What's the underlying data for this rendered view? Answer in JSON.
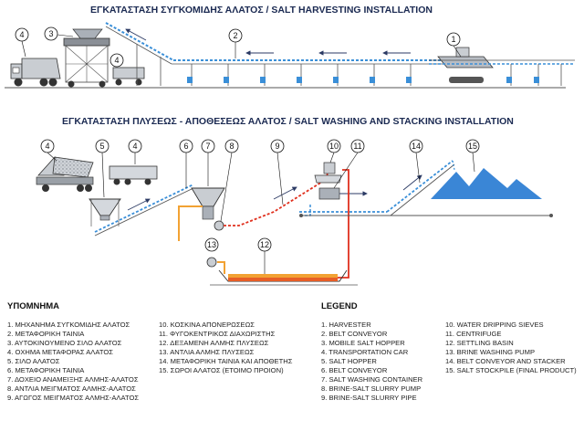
{
  "top_title": "ΕΓΚΑΤΑΣΤΑΣΗ ΣΥΓΚΟΜΙΔΗΣ ΑΛΑΤΟΣ / SALT HARVESTING INSTALLATION",
  "mid_title": "ΕΓΚΑΤΑΣΤΑΣΗ ΠΛΥΣΕΩΣ - ΑΠΟΘΕΣΕΩΣ ΑΛΑΤΟΣ / SALT WASHING AND STACKING INSTALLATION",
  "top_labels": [
    "4",
    "3",
    "4",
    "2",
    "1"
  ],
  "mid_labels": [
    "4",
    "5",
    "4",
    "6",
    "7",
    "8",
    "9",
    "10",
    "11",
    "14",
    "15",
    "13",
    "12"
  ],
  "legend_gr": {
    "title": "ΥΠΟΜΝΗΜΑ",
    "col1": [
      "1. ΜΗΧΑΝΗΜΑ ΣΥΓΚΟΜΙΔΗΣ ΑΛΑΤΟΣ",
      "2. ΜΕΤΑΦΟΡΙΚΗ ΤΑΙΝΙΑ",
      "3. ΑΥΤΟΚΙΝΟΥΜΕΝΟ ΣΙΛΟ ΑΛΑΤΟΣ",
      "4. ΟΧΗΜΑ ΜΕΤΑΦΟΡΑΣ ΑΛΑΤΟΣ",
      "5. ΣΙΛΟ ΑΛΑΤΟΣ",
      "6. ΜΕΤΑΦΟΡΙΚΗ ΤΑΙΝΙΑ",
      "7. ΔΟΧΕΙΟ ΑΝΑΜΕΙΞΗΣ ΑΛΜΗΣ-ΑΛΑΤΟΣ",
      "8. ΑΝΤΛΙΑ ΜΕΙΓΜΑΤΟΣ ΑΛΜΗΣ-ΑΛΑΤΟΣ",
      "9. ΑΓΩΓΟΣ ΜΕΙΓΜΑΤΟΣ ΑΛΜΗΣ-ΑΛΑΤΟΣ"
    ],
    "col2": [
      "10. ΚΟΣΚΙΝΑ ΑΠΟΝΕΡΩΣΕΩΣ",
      "11. ΦΥΓΟΚΕΝΤΡΙΚΟΣ ΔΙΑΧΩΡΙΣΤΗΣ",
      "12. ΔΕΞΑΜΕΝΗ ΑΛΜΗΣ ΠΛΥΣΕΩΣ",
      "13. ΑΝΤΛΙΑ ΑΛΜΗΣ ΠΛΥΣΕΩΣ",
      "14. ΜΕΤΑΦΟΡΙΚΗ ΤΑΙΝΙΑ ΚΑΙ ΑΠΟΘΕΤΗΣ",
      "15. ΣΩΡΟΙ ΑΛΑΤΟΣ (ΕΤΟΙΜΟ ΠΡΟΙΟΝ)"
    ]
  },
  "legend_en": {
    "title": "LEGEND",
    "col1": [
      "1. HARVESTER",
      "2. BELT CONVEYOR",
      "3. MOBILE SALT HOPPER",
      "4. TRANSPORTATION CAR",
      "5. SALT HOPPER",
      "6. BELT CONVEYOR",
      "7. SALT WASHING CONTAINER",
      "8. BRINE-SALT SLURRY PUMP",
      "9. BRINE-SALT SLURRY PIPE"
    ],
    "col2": [
      "10. WATER DRIPPING SIEVES",
      "11. CENTRIFUGE",
      "12. SETTLING BASIN",
      "13. BRINE WASHING PUMP",
      "14. BELT CONVEYOR AND STACKER",
      "15. SALT STOCKPILE (FINAL PRODUCT)"
    ]
  },
  "colors": {
    "title": "#1b2a52",
    "conveyor_blue": "#3a8fd8",
    "slurry_red": "#e0301e",
    "brine_orange": "#f2a233",
    "salt_pile": "#3a86d6",
    "machine_gray": "#8a8f96"
  }
}
